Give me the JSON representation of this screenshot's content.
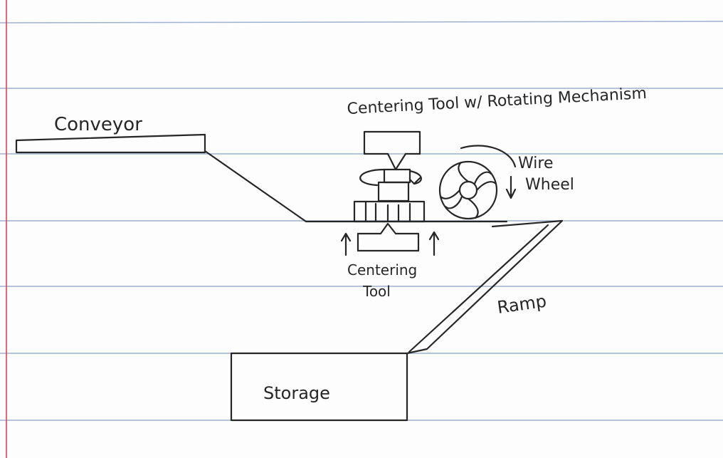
{
  "paper": {
    "rule_color": "#9fb2cf",
    "margin_color": "#e1425a",
    "ink_color": "#262626"
  },
  "labels": {
    "conveyor": "Conveyor",
    "rotating_tool": "Centering Tool w/ Rotating Mechanism",
    "wire": "Wire",
    "wheel": "Wheel",
    "centering_tool_line1": "Centering",
    "centering_tool_line2": "Tool",
    "ramp": "Ramp",
    "storage": "Storage"
  }
}
